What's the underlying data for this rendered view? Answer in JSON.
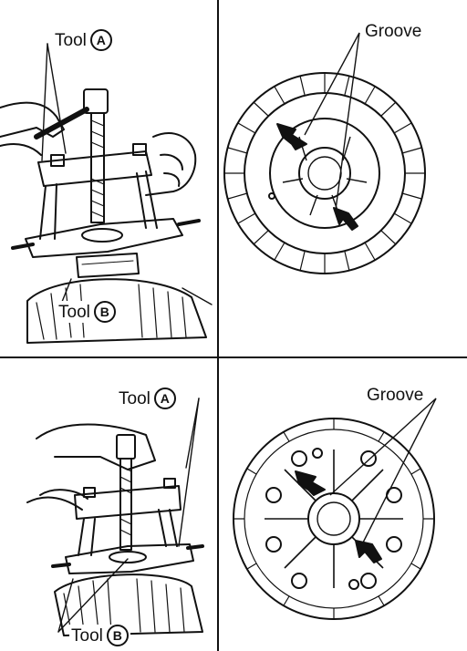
{
  "panels": [
    {
      "tool_top": "Tool",
      "tool_top_badge": "A",
      "tool_bottom": "Tool",
      "tool_bottom_badge": "B"
    },
    {
      "groove": "Groove"
    },
    {
      "tool_top": "Tool",
      "tool_top_badge": "A",
      "tool_bottom": "Tool",
      "tool_bottom_badge": "B"
    },
    {
      "groove": "Groove"
    }
  ],
  "colors": {
    "line": "#111111",
    "background": "#ffffff"
  }
}
